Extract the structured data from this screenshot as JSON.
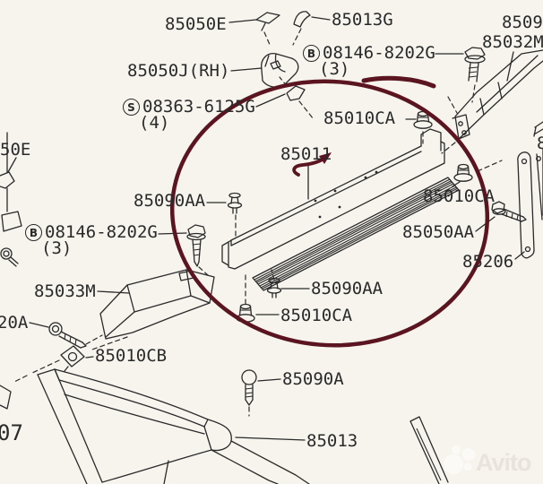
{
  "colors": {
    "bg": "#f7f4ee",
    "line": "#2a2a2a",
    "red": "#5a1520",
    "wm-text": "#e8e4dc",
    "wm-circle": "#fbfaf6"
  },
  "diagram": {
    "labels": {
      "l_85050e": "85050E",
      "l_85013g": "85013G",
      "l_85050j": "85050J(RH)",
      "b_top": {
        "prefix": "B",
        "number": "08146-8202G",
        "qty": "(3)"
      },
      "l_8509_cut": "8509",
      "l_85032m": "85032M",
      "s_screw": {
        "prefix": "S",
        "number": "08363-6125G",
        "qty": "(4)"
      },
      "l_85010ca_top": "85010CA",
      "l_85011": "85011",
      "l_85090aa_left": "85090AA",
      "l_85010ca_right": "85010CA",
      "l_85050aa": "85050AA",
      "l_85206": "85206",
      "b_left": {
        "prefix": "B",
        "number": "08146-8202G",
        "qty": "(3)"
      },
      "l_85033m": "85033M",
      "l_50e_cut": "50E",
      "l_20a_cut": "20A",
      "l_85010cb": "85010CB",
      "l_85090aa_bottom": "85090AA",
      "l_85010ca_bottom": "85010CA",
      "l_85090a": "85090A",
      "l_85013": "85013",
      "l_07_cut": "07",
      "l_8_cut": "8"
    },
    "watermark": "Avito"
  }
}
